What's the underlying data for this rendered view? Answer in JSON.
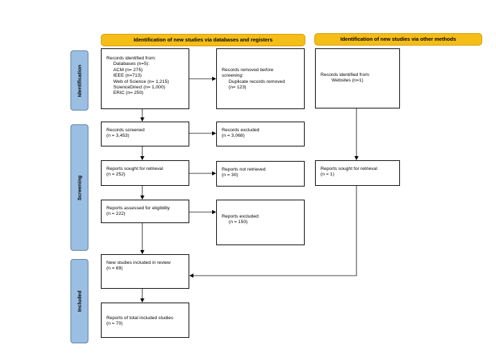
{
  "headers": {
    "databases": "Identification of new studies via databases and registers",
    "other": "Identification of new studies via other methods"
  },
  "phases": {
    "identification": "Identification",
    "screening": "Screening",
    "included": "Included"
  },
  "boxes": {
    "records_identified": {
      "title": "Records identified from:",
      "lines": [
        "Databases (n=5):",
        "ACM (n= 275)",
        "IEEE (n=713)",
        "Web of Science (n= 1,215)",
        "ScienceDirect (n= 1,000)",
        "ERIC (n= 250)"
      ]
    },
    "records_removed": {
      "title_a": "Records removed ",
      "title_b": "before",
      "title_c": "screening",
      "title_d": ":",
      "line1": "Duplicate records removed",
      "line2": "(n= 123)"
    },
    "other_identified": {
      "title": "Records identified from:",
      "line1": "Websites (n=1)"
    },
    "records_screened": {
      "title": "Records screened",
      "count": "(n = 3,453)"
    },
    "records_excluded": {
      "title": "Records excluded",
      "count": "(n = 3,068)"
    },
    "sought_retrieval": {
      "title": "Reports sought for retrieval",
      "count": "(n = 252)"
    },
    "not_retrieved": {
      "title": "Reports not retrieved",
      "count": "(n = 30)"
    },
    "other_sought": {
      "title": "Reports sought for retrieval",
      "count": "(n = 1)"
    },
    "assessed": {
      "title": "Reports assessed for eligibility",
      "count": "(n = 222)"
    },
    "reports_excluded": {
      "title": "Reports excluded:",
      "count": "(n = 150)"
    },
    "new_included": {
      "title": "New studies included in review",
      "count": "(n = 69)"
    },
    "total_included": {
      "title": "Reports of total included studies",
      "count": "(n = 70)"
    }
  }
}
